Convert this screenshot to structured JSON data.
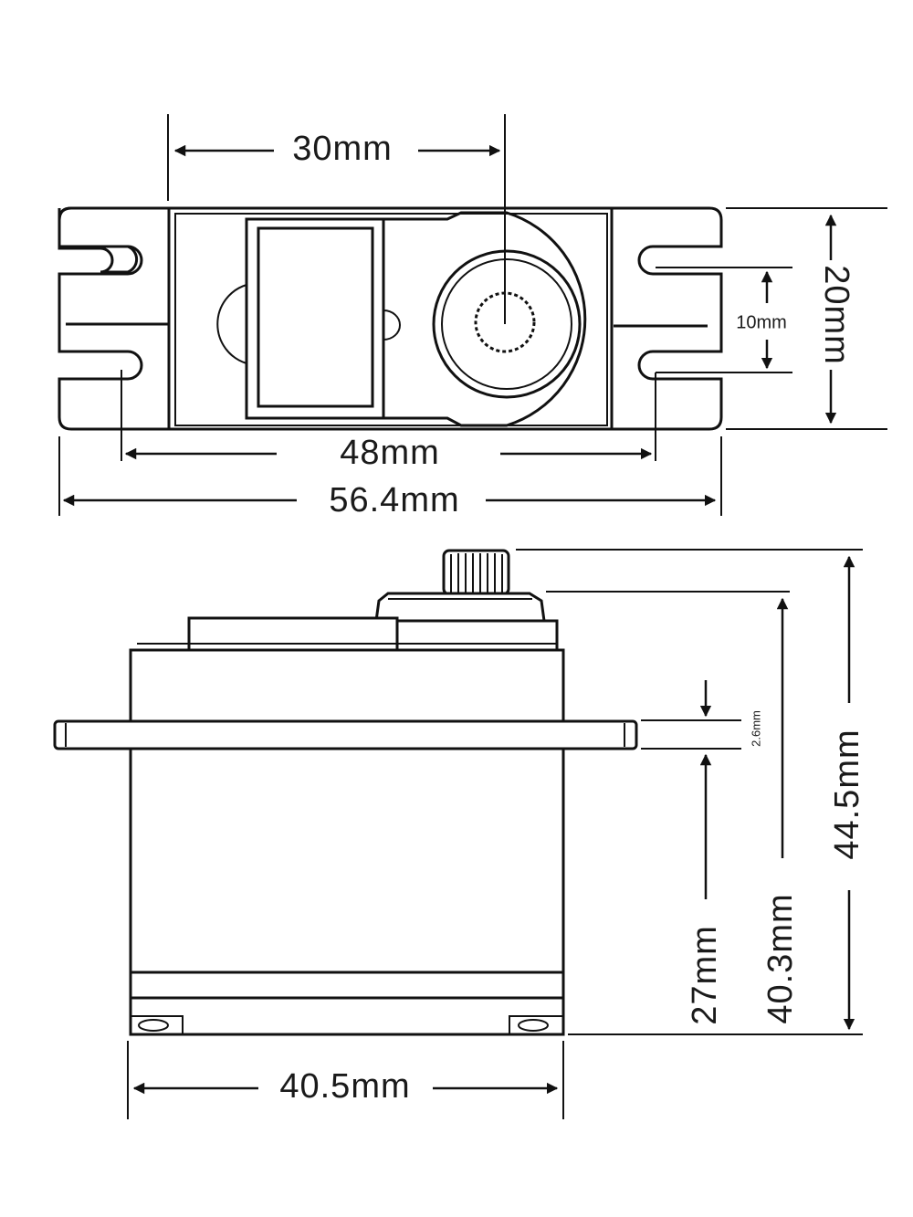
{
  "top_view": {
    "dimensions": {
      "shaft_offset": "30mm",
      "height": "20mm",
      "hole_spacing_vertical": "10mm",
      "hole_spacing_horizontal": "48mm",
      "overall_length": "56.4mm"
    }
  },
  "side_view": {
    "dimensions": {
      "total_height": "44.5mm",
      "height_to_top": "40.3mm",
      "flange_height": "27mm",
      "flange_thickness": "2.6mm",
      "body_width": "40.5mm"
    }
  },
  "colors": {
    "line": "#111111",
    "background": "#ffffff"
  }
}
